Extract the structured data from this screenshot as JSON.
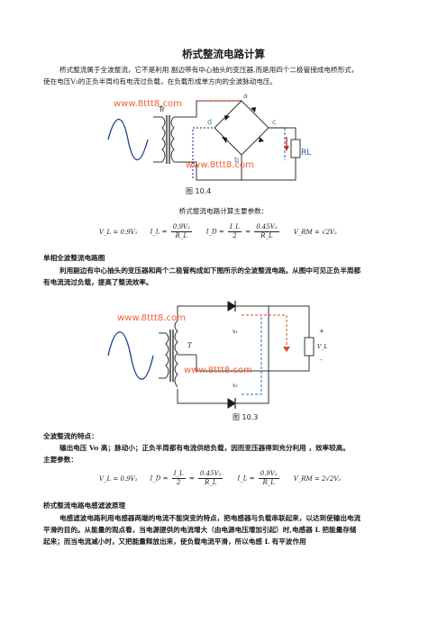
{
  "title": "桥式整流电路计算",
  "intro_line1": "桥式整流属于全波整流，它不是利用  副边带有中心抽头的变压器,而是用四个二极管接成电桥形式，",
  "intro_line2": "使在电压V₂的正负半周均有电流过负载，在负载形成单方向的全波脉动电压。",
  "fig1": {
    "watermark_top": "www.8ttt8.com",
    "watermark_bottom": "www.8ttt8.com",
    "transformer_label": "Tr",
    "node_a": "a",
    "node_b": "b",
    "node_c": "c",
    "node_d": "d",
    "load_label": "RL",
    "caption": "图 10.4"
  },
  "bridge_params_caption": "桥式整流电路计算主要参数：",
  "bridge_formulas": {
    "f1": "V_L = 0.9V₂",
    "f2_lhs": "I_L =",
    "f2_num": "0.9V₂",
    "f2_den": "R_L",
    "f3_lhs": "I_D =",
    "f3_num1": "I_L",
    "f3_den1": "2",
    "f3_eq": "=",
    "f3_num2": "0.45V₂",
    "f3_den2": "R_L",
    "f4": "V_RM = √2V₂"
  },
  "section_fullwave_title": "单相全波整流电路图",
  "fullwave_desc_line1": "利用副边有中心抽头的变压器和两个二极管构成如下图所示的全波整流电路。从图中可见正负半周都",
  "fullwave_desc_line2": "有电流流过负载，提高了整流效率。",
  "fig2": {
    "watermark_top": "www.8ttt8.com",
    "watermark_bottom": "www.8ttt8.com",
    "transformer_label": "T",
    "v1_label": "v₁",
    "v2_label": "v₂",
    "load_v_label": "V_L",
    "plus": "+",
    "minus": "-",
    "caption": "图 10.3"
  },
  "fullwave_features_title": "全波整流的特点：",
  "fullwave_features_line": "输出电压 Vo 高；脉动小；正负半周都有电流供给负载，因而变压器得到充分利用 ，效率较高。",
  "main_params_title": "主要参数：",
  "fullwave_formulas": {
    "f1": "V_L = 0.9V₂",
    "f2_lhs": "I_D =",
    "f2_num1": "I_L",
    "f2_den1": "2",
    "f2_eq": "=",
    "f2_num2": "0.45V₂",
    "f2_den2": "R_L",
    "f3_lhs": "I_L =",
    "f3_num": "0.9V₂",
    "f3_den": "R_L",
    "f4": "V_RM = 2√2V₂"
  },
  "filter_title": "桥式整流电路电感滤波原理",
  "filter_line1": "电感滤波电路利用电感器两端的电流不能突变的特点，把电感器与负载串联起来，以达到使输出电流",
  "filter_line2": "平滑的目的。从能量的观点看，当电源提供的电流增大（由电源电压增加引起）时,电感器 L 把能量存储",
  "filter_line3": "起来；而当电流减小时，又把能量释放出来，使负载电流平滑，所以电感 L 有平波作用"
}
